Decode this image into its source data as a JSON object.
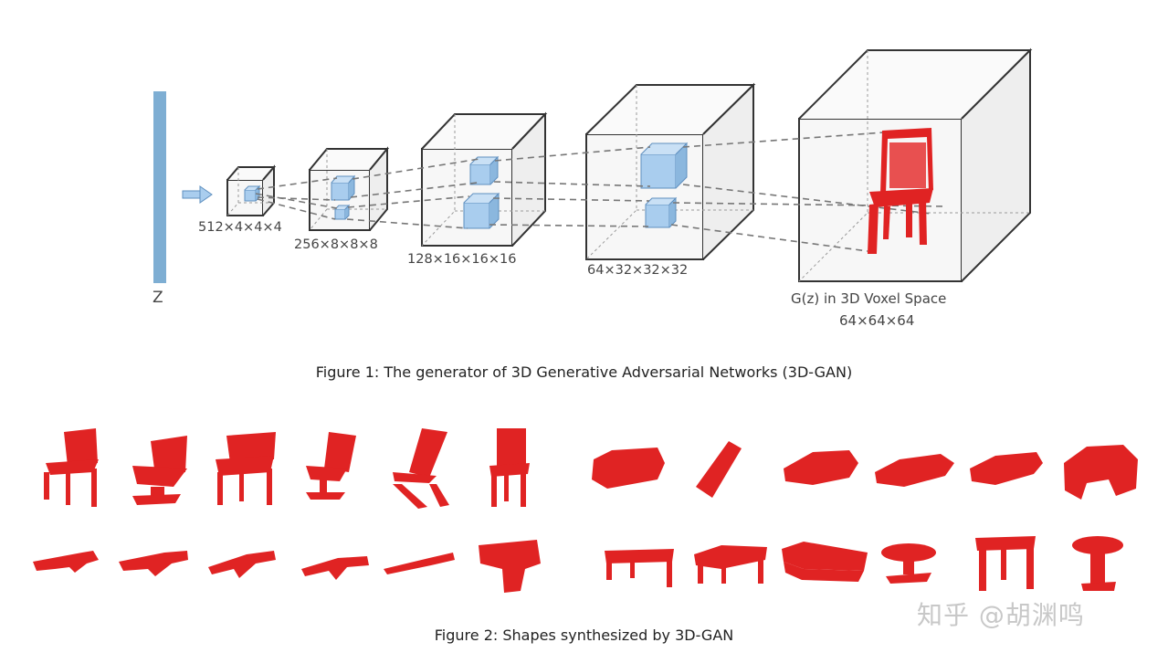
{
  "figure1": {
    "z_label": "Z",
    "layers": [
      {
        "label": "512×4×4×4"
      },
      {
        "label": "256×8×8×8"
      },
      {
        "label": "128×16×16×16"
      },
      {
        "label": "64×32×32×32"
      }
    ],
    "output_label_line1": "G(z) in 3D Voxel Space",
    "output_label_line2": "64×64×64",
    "caption": "Figure 1: The generator of 3D Generative Adversarial Networks (3D-GAN)",
    "colors": {
      "latent_bar": "#7eaed3",
      "cube_edge": "#333333",
      "kernel_fill": "#a9cdee",
      "kernel_edge": "#5e8fbf",
      "shape_red": "#e02323"
    }
  },
  "figure2": {
    "caption": "Figure 2: Shapes synthesized by 3D-GAN",
    "rows": [
      {
        "left_group": "chairs",
        "right_group": "cars"
      },
      {
        "left_group": "guns",
        "right_group": "tables"
      }
    ]
  },
  "watermark": "知乎 @胡渊鸣"
}
